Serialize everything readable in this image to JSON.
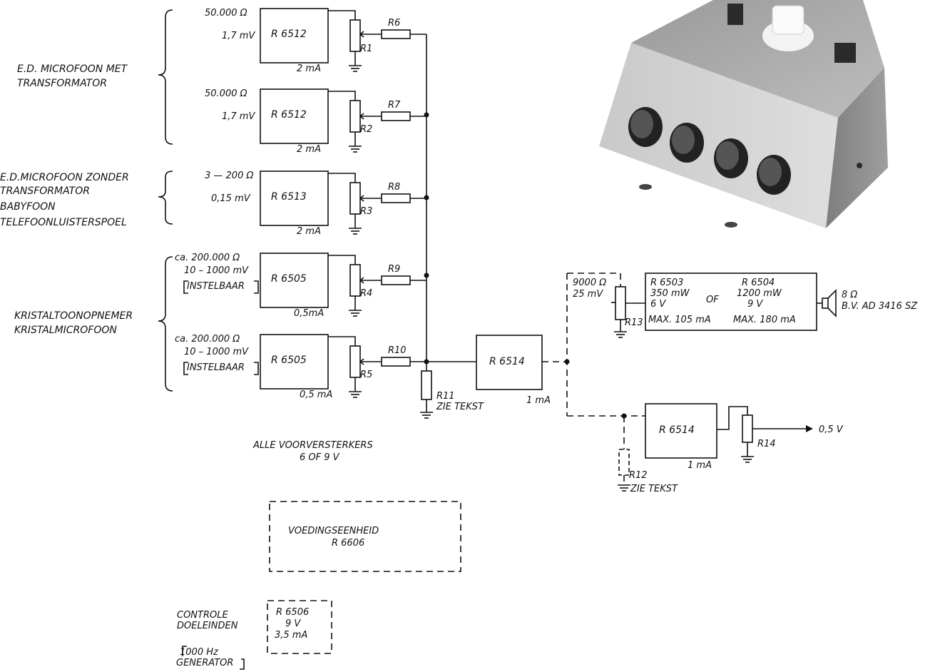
{
  "groups": [
    {
      "lines": [
        "E.D. MICROFOON MET",
        "TRANSFORMATOR"
      ]
    },
    {
      "lines": [
        "E.D.MICROFOON  ZONDER",
        "TRANSFORMATOR",
        "BABYFOON",
        "TELEFOONLUISTERSPOEL"
      ]
    },
    {
      "lines": [
        "KRISTALTOONOPNEMER",
        "KRISTALMICROFOON"
      ]
    }
  ],
  "preamps": [
    {
      "imp": "50.000 Ω",
      "level": "1,7 mV",
      "model": "R  6512",
      "current": "2 mA",
      "pot": "R1",
      "res": "R6"
    },
    {
      "imp": "50.000 Ω",
      "level": "1,7 mV",
      "model": "R  6512",
      "current": "2 mA",
      "pot": "R2",
      "res": "R7"
    },
    {
      "imp": "3 — 200 Ω",
      "level": "0,15 mV",
      "model": "R  6513",
      "current": "2 mA",
      "pot": "R3",
      "res": "R8"
    },
    {
      "imp": "ca. 200.000 Ω",
      "level": "10 – 1000 mV",
      "adj": "INSTELBAAR",
      "model": "R  6505",
      "current": "0,5mA",
      "pot": "R4",
      "res": "R9"
    },
    {
      "imp": "ca. 200.000 Ω",
      "level": "10 – 1000  mV",
      "adj": "INSTELBAAR",
      "model": "R  6505",
      "current": "0,5 mA",
      "pot": "R5",
      "res": "R10"
    }
  ],
  "r11": {
    "name": "R11",
    "note": "ZIE TEKST"
  },
  "mixer": {
    "model": "R  6514",
    "current": "1 mA"
  },
  "all_pre": [
    "ALLE  VOORVERSTERKERS",
    "6  OF 9  V"
  ],
  "power_amp": {
    "r13_imp": "9000 Ω",
    "r13_level": "25 mV",
    "r13": "R13",
    "col1": [
      "R  6503",
      "350 mW",
      "6  V",
      "MAX. 105 mA"
    ],
    "of": "OF",
    "col2": [
      "R 6504",
      "1200  mW",
      "9  V",
      "MAX. 180 mA"
    ]
  },
  "speaker": {
    "imp": "8 Ω",
    "type": "B.V. AD  3416  SZ"
  },
  "line_out": {
    "model": "R  6514",
    "current": "1 mA",
    "pot": "R14",
    "out": "0,5 V",
    "r12": "R12",
    "r12_note": "ZIE  TEKST"
  },
  "psu": {
    "line1": "VOEDINGSEENHEID",
    "line2": "R  6606"
  },
  "control": {
    "label": [
      "CONTROLE",
      "DOELEINDEN"
    ],
    "gen": [
      "1000 Hz",
      "GENERATOR"
    ],
    "box": [
      "R  6506",
      "9  V",
      "3,5  mA"
    ]
  }
}
